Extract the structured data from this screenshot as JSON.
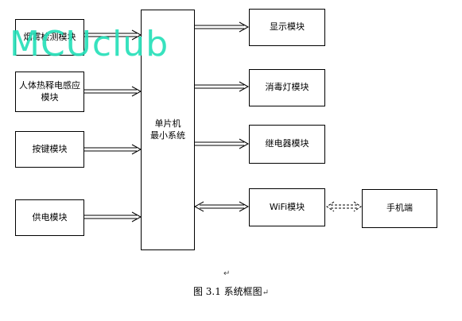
{
  "blocks": {
    "left": [
      {
        "label": "烟雾检测模块"
      },
      {
        "label": "人体热释电感应\n模块"
      },
      {
        "label": "按键模块"
      },
      {
        "label": "供电模块"
      }
    ],
    "mcu": {
      "label": "单片机\n最小系统"
    },
    "right": [
      {
        "label": "显示模块"
      },
      {
        "label": "消毒灯模块"
      },
      {
        "label": "继电器模块"
      },
      {
        "label": "WiFi模块"
      }
    ],
    "phone": {
      "label": "手机端"
    }
  },
  "caption": {
    "text": "图 3.1 系统框图",
    "mark": "↵"
  },
  "para_mark": "↵",
  "watermark": "MCUclub"
}
